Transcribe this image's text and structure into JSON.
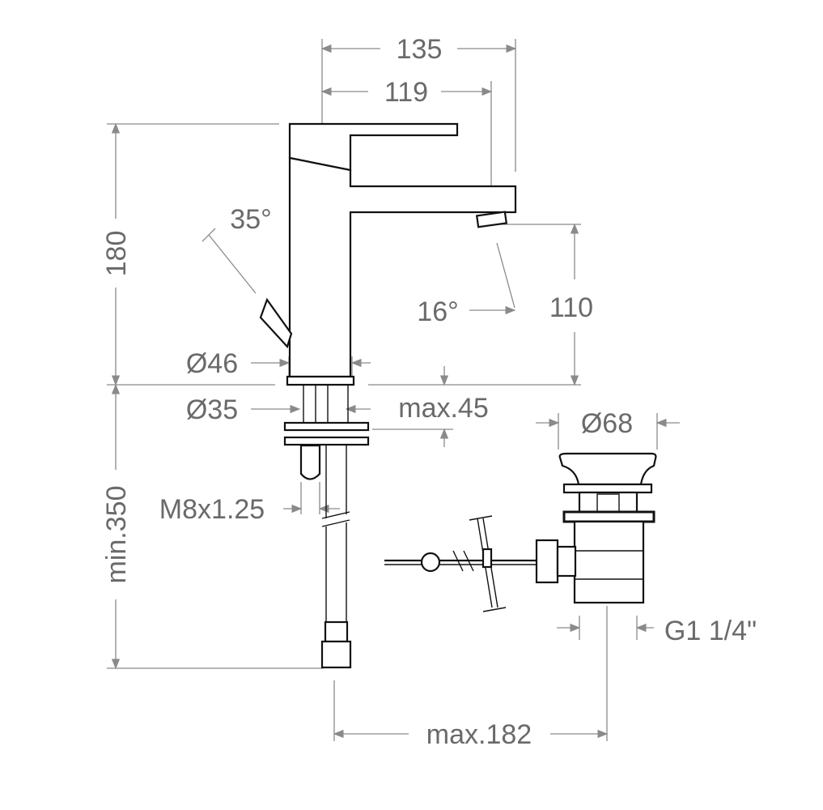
{
  "title": "Basin mixer technical drawing",
  "dimensions": {
    "width_total": "135",
    "spout_reach": "119",
    "height": "180",
    "lever_angle": "35°",
    "spout_angle": "16°",
    "spout_height": "110",
    "body_diameter": "Ø46",
    "mount_diameter": "Ø35",
    "max_deck": "max.45",
    "stud_thread": "M8x1.25",
    "min_hose": "min.350",
    "waste_diameter": "Ø68",
    "waste_thread": "G1 1/4\"",
    "max_rod": "max.182"
  },
  "colors": {
    "dimension": "#8a8a8a",
    "outline": "#111111",
    "text": "#6a6a6a"
  }
}
